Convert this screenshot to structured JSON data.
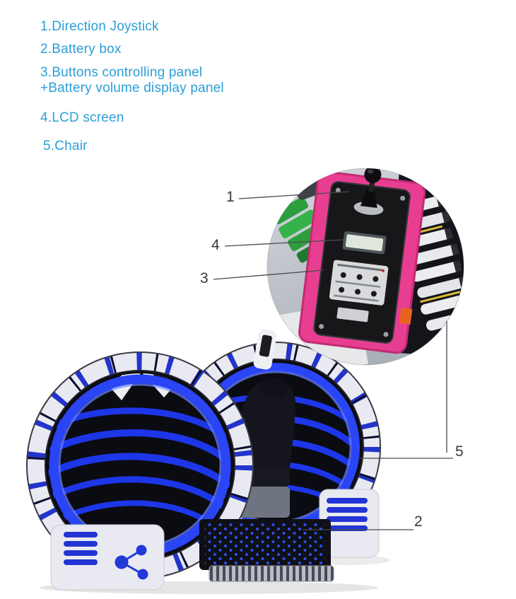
{
  "legend": {
    "items": [
      {
        "id": 1,
        "text": "1.Direction Joystick"
      },
      {
        "id": 2,
        "text": "2.Battery box"
      },
      {
        "id": 3,
        "text": "3.Buttons controlling panel",
        "text2": "+Battery volume display panel"
      },
      {
        "id": 4,
        "text": "4.LCD screen"
      },
      {
        "id": 5,
        "text": "5.Chair"
      }
    ]
  },
  "callouts": {
    "c1": "1",
    "c2": "2",
    "c3": "3",
    "c4": "4",
    "c5": "5"
  },
  "colors": {
    "legend_text": "#2B9FD8",
    "callout_text": "#3A3A3C",
    "callout_line": "#4A4A4A",
    "panel_pink": "#E83E91",
    "panel_black": "#17171A",
    "machine_blue": "#1D36E8",
    "glow_blue": "#2945F5",
    "battery_white": "#ECEDEF",
    "connector_green": "#2FA644",
    "accent_orange": "#E8641C",
    "base_white": "#E9EAF1"
  }
}
